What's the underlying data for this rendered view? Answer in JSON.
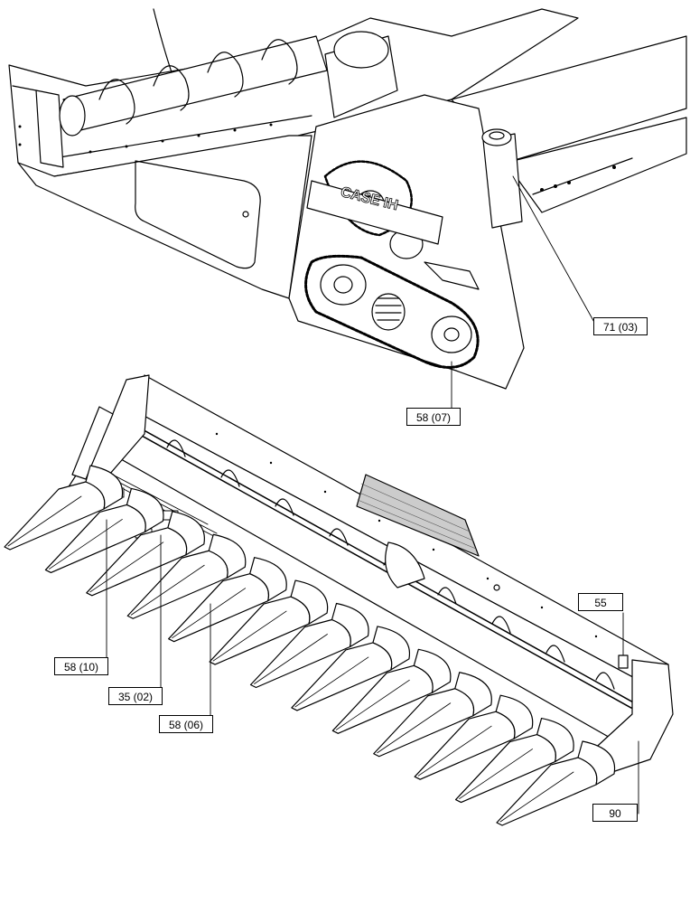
{
  "brand_mark": "CASE IH",
  "callouts": [
    {
      "id": "c71",
      "label": "71 (03)"
    },
    {
      "id": "c5807",
      "label": "58 (07)"
    },
    {
      "id": "c55",
      "label": "55"
    },
    {
      "id": "c5810",
      "label": "58 (10)"
    },
    {
      "id": "c3502",
      "label": "35 (02)"
    },
    {
      "id": "c5806",
      "label": "58 (06)"
    },
    {
      "id": "c90",
      "label": "90"
    }
  ]
}
